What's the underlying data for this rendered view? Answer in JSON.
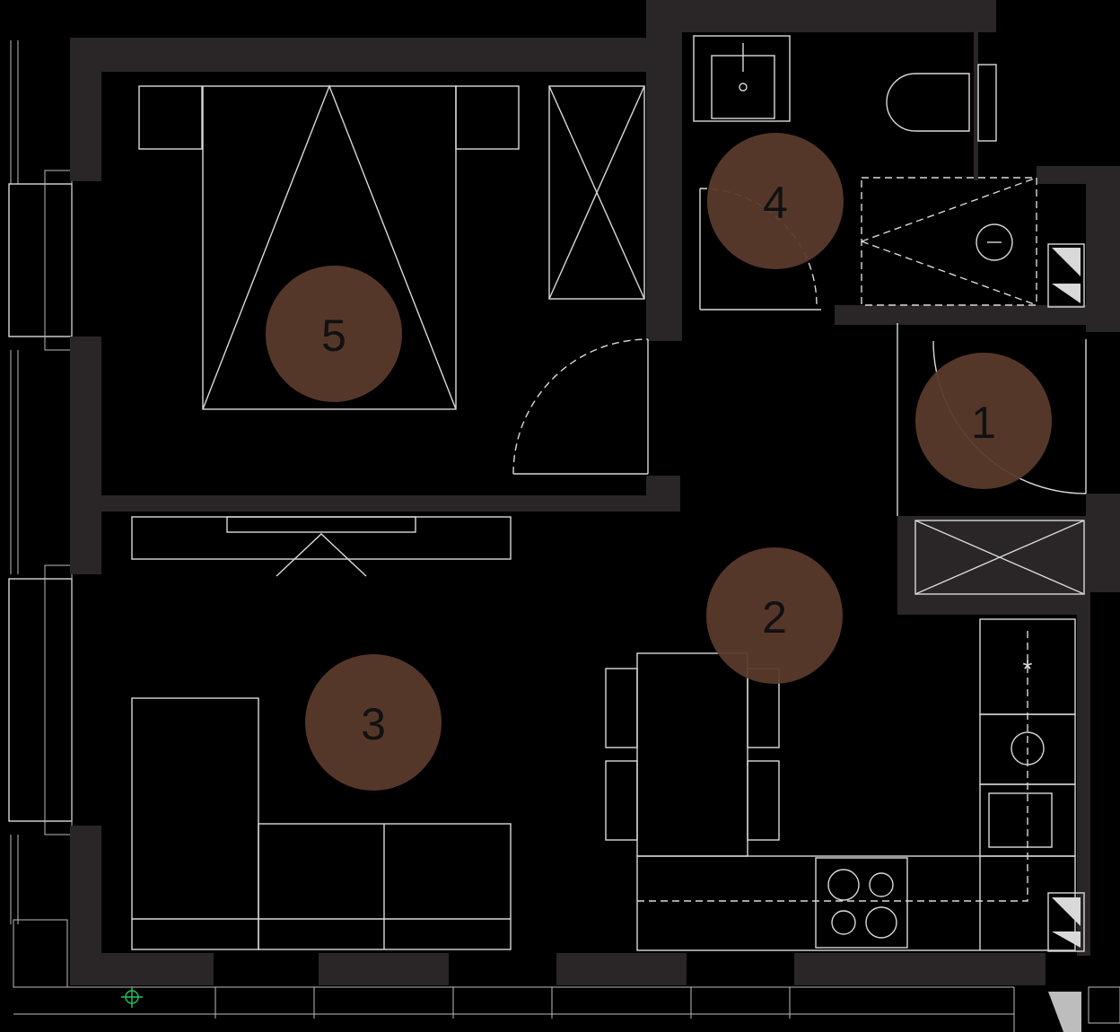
{
  "rooms": [
    {
      "id": "room-1",
      "label": "1"
    },
    {
      "id": "room-2",
      "label": "2"
    },
    {
      "id": "room-3",
      "label": "3"
    },
    {
      "id": "room-4",
      "label": "4"
    },
    {
      "id": "room-5",
      "label": "5"
    }
  ],
  "colors": {
    "background": "#000000",
    "wall": "#2a2526",
    "fixture_line": "#d9d9d9",
    "room_marker": "#5a3a2c",
    "label_text": "#111111",
    "compass": "#22c55e"
  },
  "icons": [
    "compass-icon",
    "ventilation-shaft-icon",
    "snowflake-icon"
  ]
}
